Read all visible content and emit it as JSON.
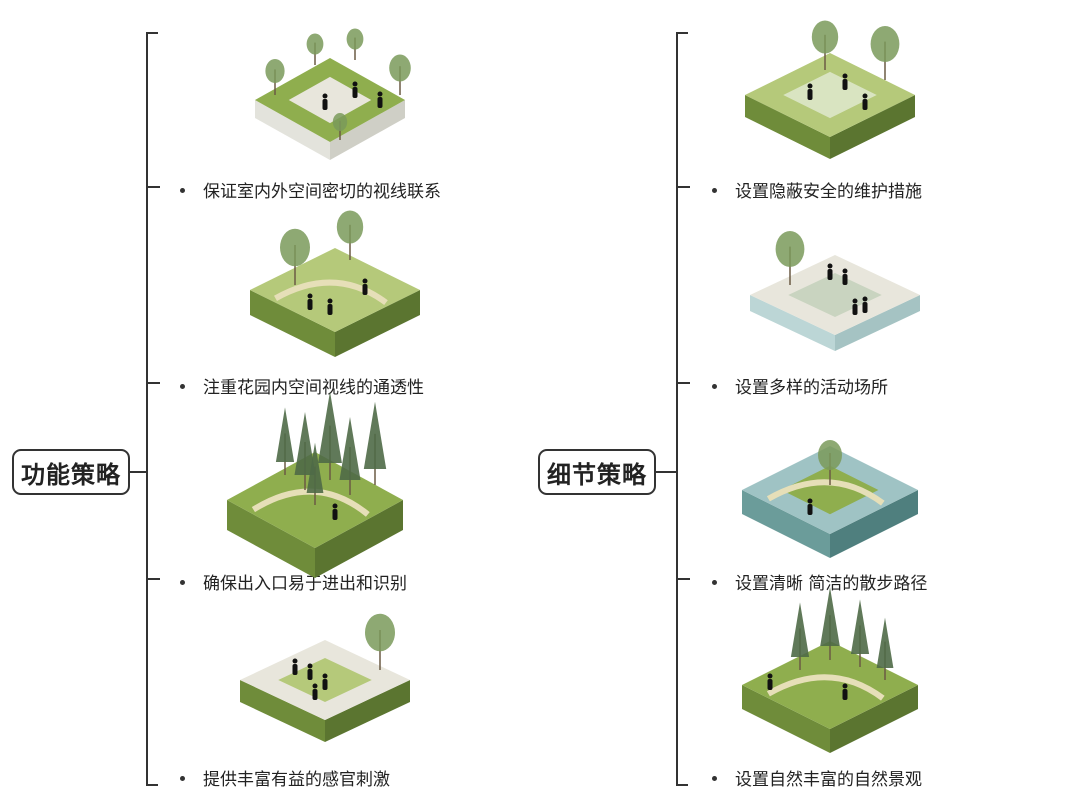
{
  "left": {
    "title": "功能策略",
    "items": [
      {
        "label": "保证室内外空间密切的视线联系"
      },
      {
        "label": "注重花园内空间视线的通透性"
      },
      {
        "label": "确保出入口易于进出和识别"
      },
      {
        "label": "提供丰富有益的感官刺激"
      }
    ]
  },
  "right": {
    "title": "细节策略",
    "items": [
      {
        "label": "设置隐蔽安全的维护措施"
      },
      {
        "label": "设置多样的活动场所"
      },
      {
        "label": "设置清晰 简洁的散步路径"
      },
      {
        "label": "设置自然丰富的自然景观"
      }
    ]
  },
  "colors": {
    "grass": "#8fae4e",
    "grassLight": "#b5c97a",
    "soil": "#6f8c3a",
    "water": "#9fc3c4",
    "paving": "#e8e6dc",
    "tree": "#7a9a5a"
  }
}
